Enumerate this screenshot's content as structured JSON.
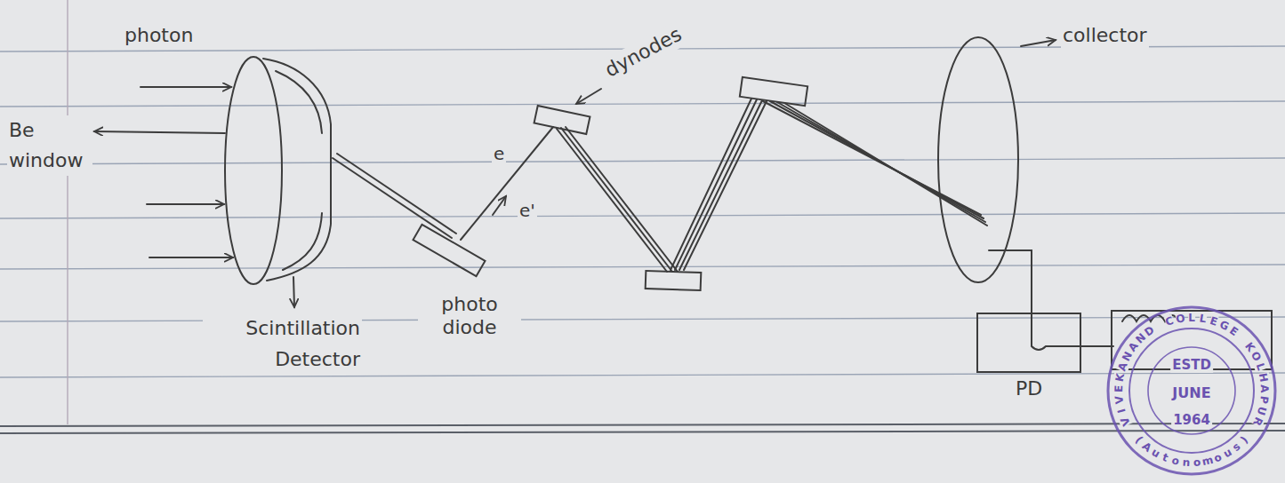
{
  "diagram": {
    "nodes": [
      {
        "text": [
          "PD"
        ]
      },
      {
        "text": [
          "VIVEKANAND COLLEGE KOLHAPUR",
          "ESTD",
          "JUNE",
          "1964",
          "(Autonomous)"
        ]
      }
    ],
    "labels": [
      "photon",
      "Be window",
      "Scintillation Detector",
      "photo diode",
      "dynodes",
      "e",
      "e'",
      "collector"
    ]
  }
}
